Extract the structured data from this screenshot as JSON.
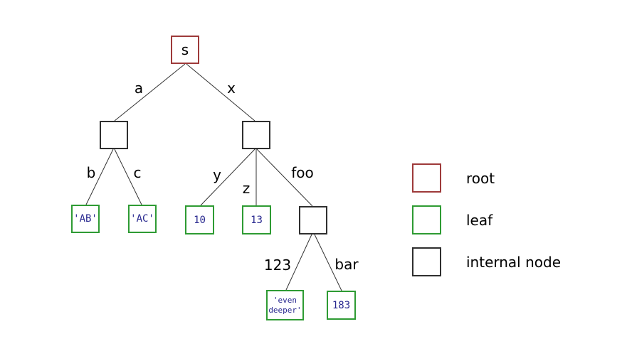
{
  "tree": {
    "label": "s",
    "type": "root",
    "children": [
      {
        "edge": "a",
        "type": "internal",
        "children": [
          {
            "edge": "b",
            "type": "leaf",
            "value": "'AB'"
          },
          {
            "edge": "c",
            "type": "leaf",
            "value": "'AC'"
          }
        ]
      },
      {
        "edge": "x",
        "type": "internal",
        "children": [
          {
            "edge": "y",
            "type": "leaf",
            "value": "10"
          },
          {
            "edge": "z",
            "type": "leaf",
            "value": "13"
          },
          {
            "edge": "foo",
            "type": "internal",
            "children": [
              {
                "edge": "123",
                "type": "leaf",
                "value": "'even deeper'",
                "value_lines": [
                  "'even",
                  "deeper'"
                ]
              },
              {
                "edge": "bar",
                "type": "leaf",
                "value": "183"
              }
            ]
          }
        ]
      }
    ]
  },
  "legend": {
    "items": [
      {
        "label": "root",
        "color": "#9e3a3a"
      },
      {
        "label": "leaf",
        "color": "#2e9b33"
      },
      {
        "label": "internal node",
        "color": "#2f2f2f"
      }
    ]
  },
  "colors": {
    "root_border": "#9e3a3a",
    "leaf_border": "#2e9b33",
    "internal_border": "#2f2f2f",
    "edge_line": "#333333",
    "leaf_value_text": "#28288f",
    "label_text": "#000000",
    "background": "#ffffff"
  }
}
